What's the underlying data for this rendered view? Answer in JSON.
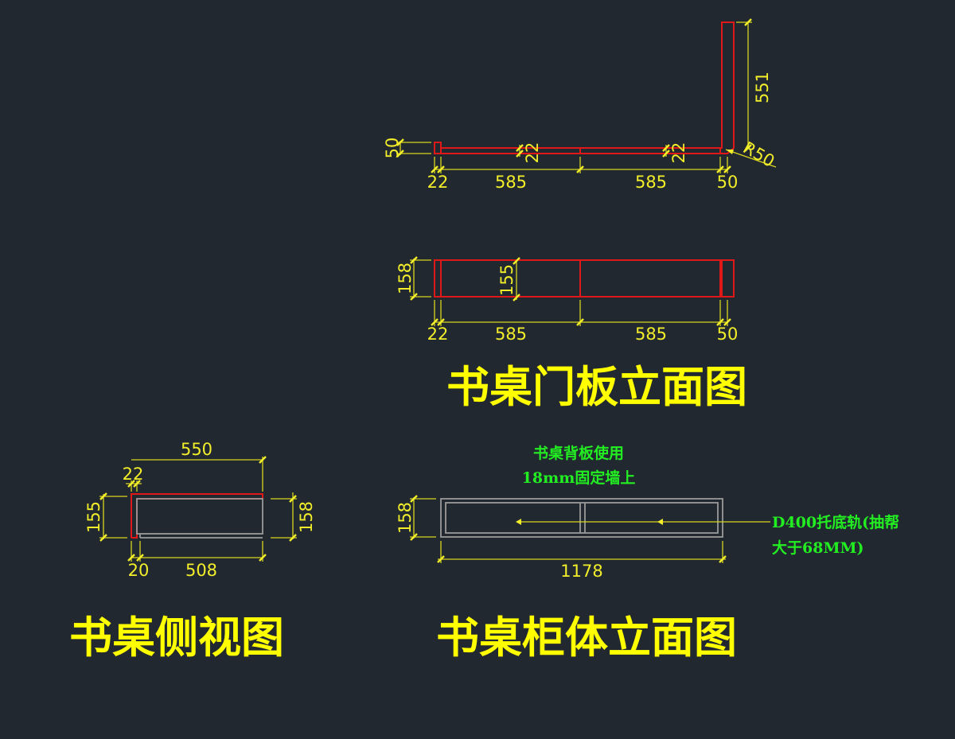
{
  "top_view": {
    "dims": {
      "thk_left": "50",
      "joint_a": "22",
      "joint_b": "22",
      "height_right": "551",
      "radius": "R50",
      "w1": "22",
      "w2": "585",
      "w3": "585",
      "w4": "50"
    }
  },
  "door_elevation": {
    "dims": {
      "h_outer": "158",
      "h_inner": "155",
      "w1": "22",
      "w2": "585",
      "w3": "585",
      "w4": "50"
    },
    "title": "书桌门板立面图"
  },
  "side_view": {
    "dims": {
      "top": "550",
      "top_thk": "22",
      "h_left": "155",
      "h_right": "158",
      "bottom_a": "20",
      "bottom_b": "508"
    },
    "title": "书桌侧视图"
  },
  "cabinet_elevation": {
    "note_back": [
      "书桌背板使用",
      "18mm固定墙上"
    ],
    "note_rail": [
      "D400托底轨(抽帮",
      "大于68MM)"
    ],
    "dims": {
      "h": "158",
      "w": "1178"
    },
    "title": "书桌柜体立面图"
  },
  "colors": {
    "background": "#212830",
    "dimension": "#f2ee2a",
    "title": "#ffff00",
    "outline_red": "#e01818",
    "outline_grey": "#9a9a9a",
    "note": "#22ee22"
  }
}
